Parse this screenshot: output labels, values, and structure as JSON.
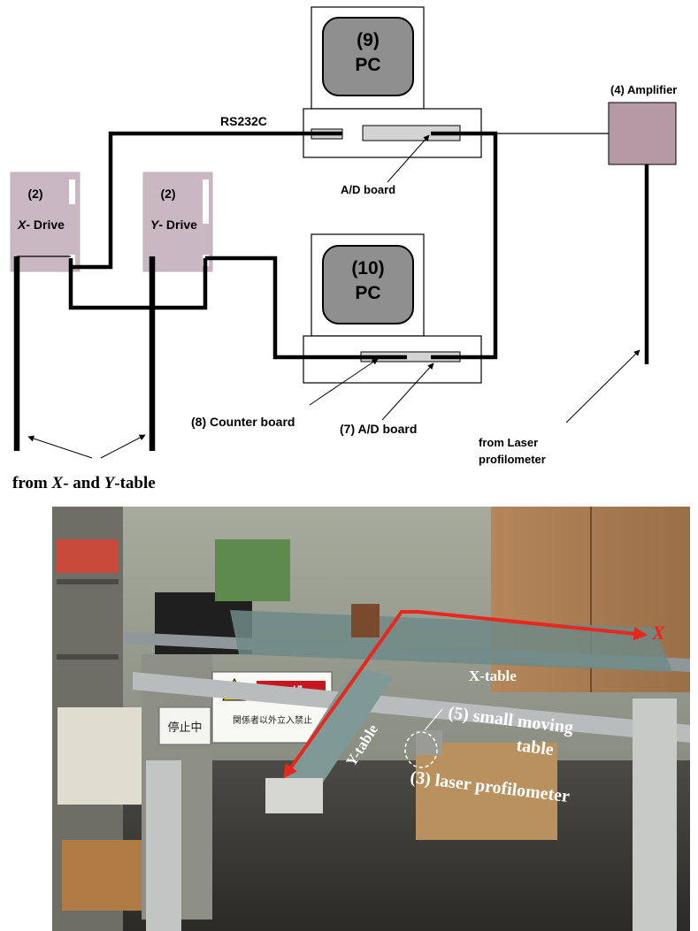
{
  "diagram": {
    "pc9": {
      "number": "(9)",
      "label": "PC"
    },
    "pc10": {
      "number": "(10)",
      "label": "PC"
    },
    "amplifier": {
      "label": "(4) Amplifier"
    },
    "x_drive": {
      "number": "(2)",
      "label_axis": "X",
      "label_rest": "- Drive"
    },
    "y_drive": {
      "number": "(2)",
      "label_axis": "Y",
      "label_rest": "- Drive"
    },
    "rs232c": "RS232C",
    "ad_board_top": "A/D board",
    "counter_board": "(8) Counter board",
    "ad_board_bottom": "(7) A/D board",
    "from_laser_line1": "from Laser",
    "from_laser_line2": "profilometer",
    "from_tables": {
      "p1": "from ",
      "x": "X",
      "p2": "- and ",
      "y": "Y",
      "p3": "-table"
    }
  },
  "photo": {
    "x_axis_label": "X",
    "x_table": "X-table",
    "y_table": "Y-table",
    "small_moving_line1": "(5) small moving",
    "small_moving_line2": "table",
    "laser_profilometer": "(3) laser profilometer",
    "sign_main": "レーザー",
    "sign_sub": "関係者以外立入禁止",
    "stop_sign": "停止中",
    "colors": {
      "arrow": "#e8281e",
      "case": "#c9b8c2"
    }
  }
}
